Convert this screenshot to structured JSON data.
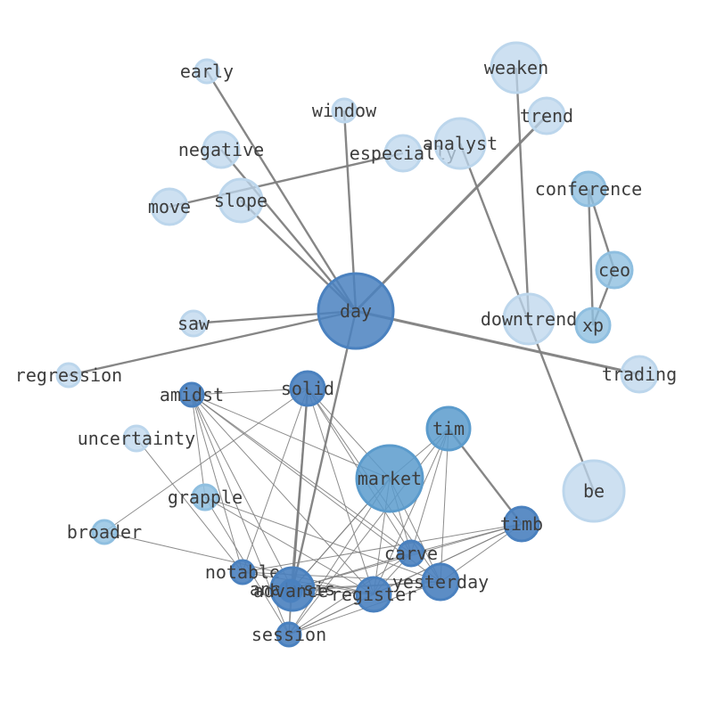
{
  "graph": {
    "nodes": [
      {
        "id": "day",
        "label": "day",
        "tone": "dark"
      },
      {
        "id": "early",
        "label": "early",
        "tone": "pale"
      },
      {
        "id": "window",
        "label": "window",
        "tone": "pale"
      },
      {
        "id": "negative",
        "label": "negative",
        "tone": "pale"
      },
      {
        "id": "especially",
        "label": "especially",
        "tone": "pale"
      },
      {
        "id": "analyst",
        "label": "analyst",
        "tone": "pale"
      },
      {
        "id": "weaken",
        "label": "weaken",
        "tone": "pale"
      },
      {
        "id": "trend",
        "label": "trend",
        "tone": "pale"
      },
      {
        "id": "move",
        "label": "move",
        "tone": "pale"
      },
      {
        "id": "slope",
        "label": "slope",
        "tone": "pale"
      },
      {
        "id": "conference",
        "label": "conference",
        "tone": "light"
      },
      {
        "id": "ceo",
        "label": "ceo",
        "tone": "light"
      },
      {
        "id": "xp",
        "label": "xp",
        "tone": "light"
      },
      {
        "id": "downtrend",
        "label": "downtrend",
        "tone": "pale"
      },
      {
        "id": "saw",
        "label": "saw",
        "tone": "pale"
      },
      {
        "id": "regression",
        "label": "regression",
        "tone": "pale"
      },
      {
        "id": "trading",
        "label": "trading",
        "tone": "pale"
      },
      {
        "id": "amidst",
        "label": "amidst",
        "tone": "dark"
      },
      {
        "id": "solid",
        "label": "solid",
        "tone": "dark"
      },
      {
        "id": "uncertainty",
        "label": "uncertainty",
        "tone": "pale"
      },
      {
        "id": "tim",
        "label": "tim",
        "tone": "mid"
      },
      {
        "id": "market",
        "label": "market",
        "tone": "mid"
      },
      {
        "id": "be",
        "label": "be",
        "tone": "pale"
      },
      {
        "id": "grapple",
        "label": "grapple",
        "tone": "light"
      },
      {
        "id": "broader",
        "label": "broader",
        "tone": "light"
      },
      {
        "id": "timb",
        "label": "timb",
        "tone": "dark"
      },
      {
        "id": "carve",
        "label": "carve",
        "tone": "dark"
      },
      {
        "id": "notable",
        "label": "notable",
        "tone": "dark"
      },
      {
        "id": "analysis",
        "label": "analysis",
        "tone": "dark"
      },
      {
        "id": "advance",
        "label": "advance",
        "tone": "dark"
      },
      {
        "id": "register",
        "label": "register",
        "tone": "dark"
      },
      {
        "id": "yesterday",
        "label": "yesterday",
        "tone": "dark"
      },
      {
        "id": "session",
        "label": "session",
        "tone": "dark"
      }
    ],
    "edges": [
      [
        "day",
        "early"
      ],
      [
        "day",
        "window"
      ],
      [
        "day",
        "negative"
      ],
      [
        "day",
        "slope"
      ],
      [
        "day",
        "trend"
      ],
      [
        "day",
        "saw"
      ],
      [
        "day",
        "regression"
      ],
      [
        "day",
        "trading"
      ],
      [
        "day",
        "analysis"
      ],
      [
        "move",
        "especially"
      ],
      [
        "weaken",
        "downtrend"
      ],
      [
        "analyst",
        "be"
      ],
      [
        "conference",
        "ceo"
      ],
      [
        "conference",
        "xp"
      ],
      [
        "ceo",
        "xp"
      ],
      [
        "tim",
        "timb"
      ],
      [
        "solid",
        "analysis"
      ],
      [
        "solid",
        "amidst"
      ],
      [
        "solid",
        "notable"
      ],
      [
        "solid",
        "session"
      ],
      [
        "solid",
        "carve"
      ],
      [
        "solid",
        "register"
      ],
      [
        "solid",
        "yesterday"
      ],
      [
        "solid",
        "advance"
      ],
      [
        "solid",
        "market"
      ],
      [
        "solid",
        "broader"
      ],
      [
        "amidst",
        "grapple"
      ],
      [
        "amidst",
        "market"
      ],
      [
        "amidst",
        "notable"
      ],
      [
        "amidst",
        "analysis"
      ],
      [
        "amidst",
        "register"
      ],
      [
        "amidst",
        "yesterday"
      ],
      [
        "amidst",
        "session"
      ],
      [
        "amidst",
        "carve"
      ],
      [
        "uncertainty",
        "notable"
      ],
      [
        "grapple",
        "register"
      ],
      [
        "grapple",
        "session"
      ],
      [
        "grapple",
        "yesterday"
      ],
      [
        "broader",
        "register"
      ],
      [
        "tim",
        "market"
      ],
      [
        "tim",
        "carve"
      ],
      [
        "tim",
        "register"
      ],
      [
        "tim",
        "yesterday"
      ],
      [
        "tim",
        "session"
      ],
      [
        "market",
        "advance"
      ],
      [
        "market",
        "analysis"
      ],
      [
        "market",
        "register"
      ],
      [
        "market",
        "yesterday"
      ],
      [
        "market",
        "carve"
      ],
      [
        "market",
        "session"
      ],
      [
        "timb",
        "carve"
      ],
      [
        "timb",
        "register"
      ],
      [
        "timb",
        "yesterday"
      ],
      [
        "timb",
        "notable"
      ],
      [
        "timb",
        "session"
      ],
      [
        "timb",
        "analysis"
      ],
      [
        "carve",
        "analysis"
      ],
      [
        "carve",
        "session"
      ],
      [
        "carve",
        "register"
      ],
      [
        "yesterday",
        "advance"
      ],
      [
        "yesterday",
        "session"
      ],
      [
        "yesterday",
        "notable"
      ],
      [
        "analysis",
        "register"
      ],
      [
        "register",
        "session"
      ],
      [
        "notable",
        "register"
      ],
      [
        "advance",
        "session"
      ],
      [
        "analysis",
        "yesterday"
      ]
    ],
    "tone_colors": {
      "dark": "#4a81bf",
      "mid": "#5b9bcc",
      "light": "#8fbfe0",
      "pale": "#bcd6ec"
    }
  }
}
